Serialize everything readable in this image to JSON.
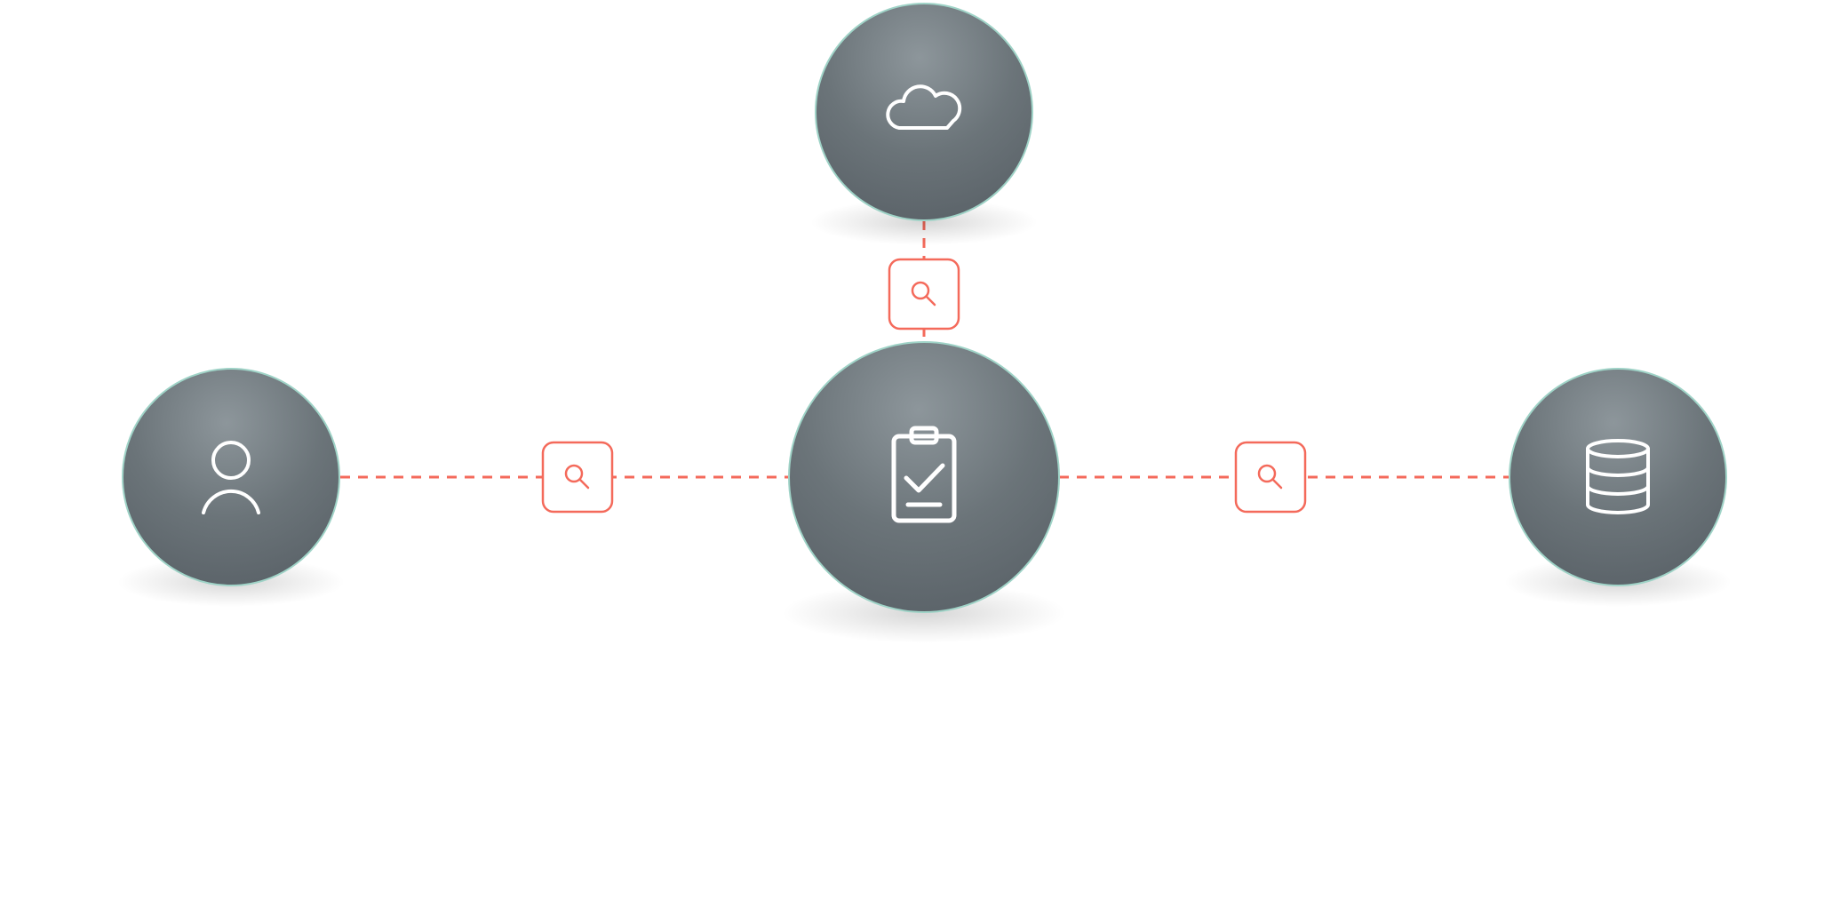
{
  "colors": {
    "node_fill_light": "#8a9297",
    "node_fill_dark": "#5c656b",
    "node_outline": "#9fd3c7",
    "connector": "#f46a5b",
    "icon_stroke": "#ffffff",
    "background": "#ffffff"
  },
  "nodes": [
    {
      "name": "node-user",
      "icon": "user-icon"
    },
    {
      "name": "node-cloud",
      "icon": "cloud-icon"
    },
    {
      "name": "node-clipboard",
      "icon": "clipboard-check-icon"
    },
    {
      "name": "node-database",
      "icon": "database-icon"
    }
  ],
  "connectors": [
    {
      "name": "connector-user-clipboard",
      "icon": "search-icon"
    },
    {
      "name": "connector-cloud-clipboard",
      "icon": "search-icon"
    },
    {
      "name": "connector-clipboard-database",
      "icon": "search-icon"
    }
  ]
}
